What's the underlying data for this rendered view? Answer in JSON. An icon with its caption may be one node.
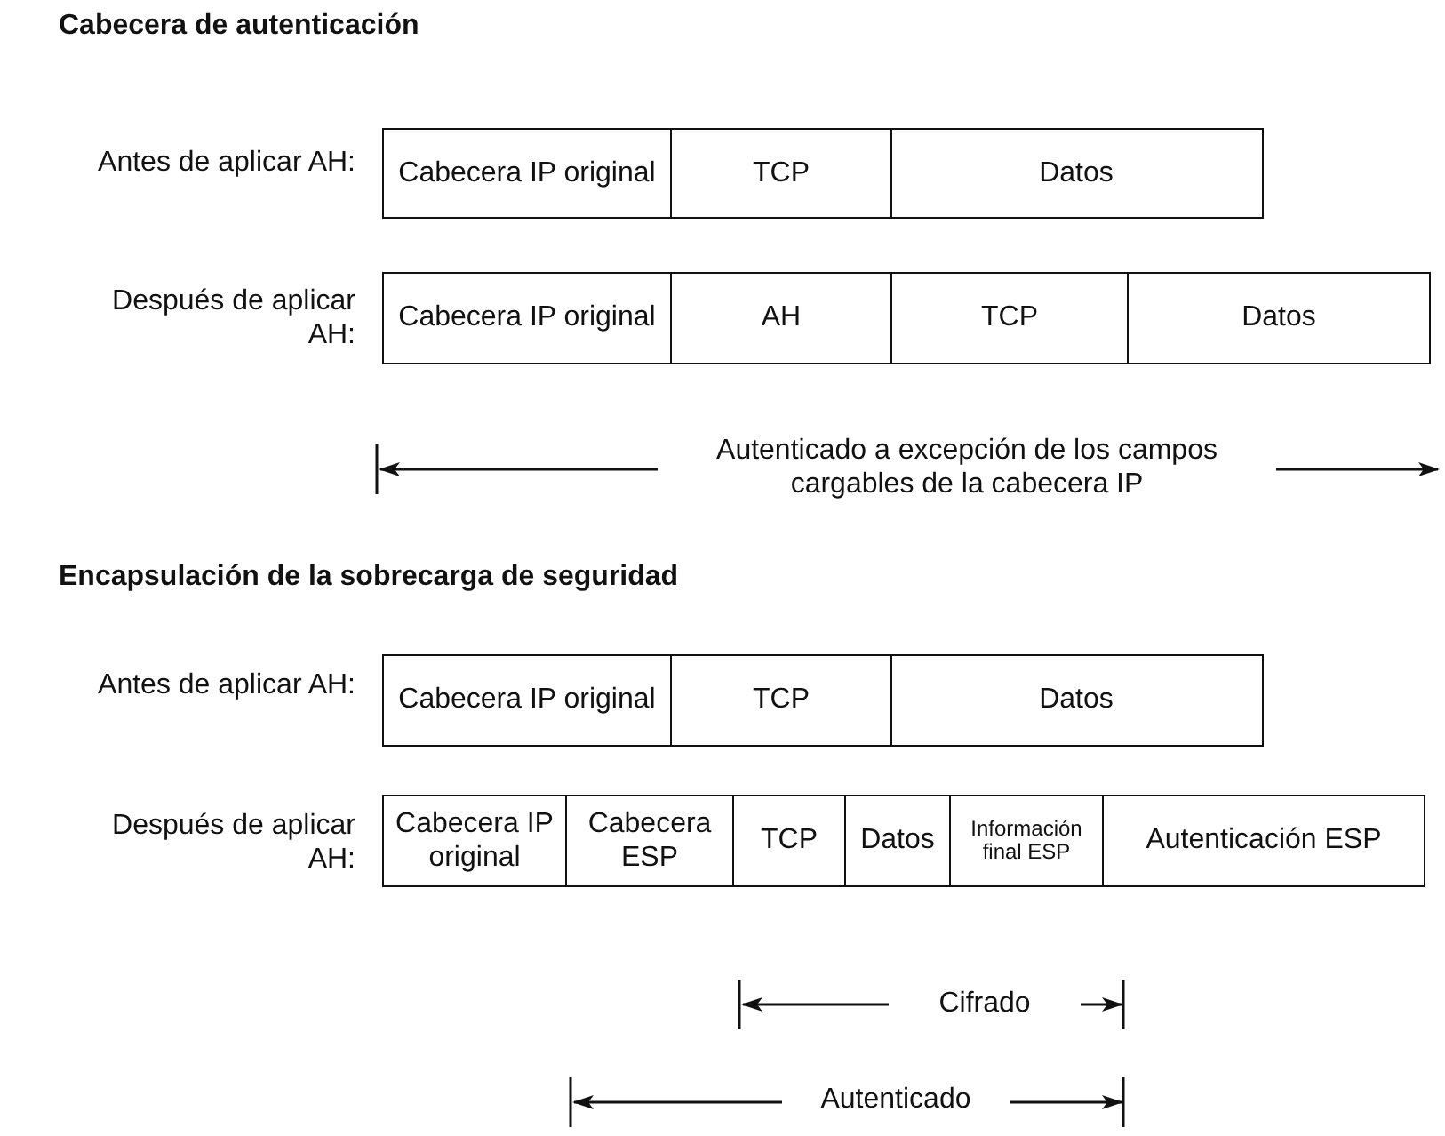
{
  "diagram": {
    "nodes": [
      {
        "text": [
          "Cabecera IP original"
        ]
      },
      {
        "text": [
          "TCP"
        ]
      },
      {
        "text": [
          "Datos"
        ]
      },
      {
        "text": [
          "Cabecera IP original"
        ]
      },
      {
        "text": [
          "AH"
        ]
      },
      {
        "text": [
          "TCP"
        ]
      },
      {
        "text": [
          "Datos"
        ]
      },
      {
        "text": [
          "Cabecera IP original"
        ]
      },
      {
        "text": [
          "TCP"
        ]
      },
      {
        "text": [
          "Datos"
        ]
      },
      {
        "text": [
          "Cabecera IP original"
        ]
      },
      {
        "text": [
          "Cabecera ESP"
        ]
      },
      {
        "text": [
          "TCP"
        ]
      },
      {
        "text": [
          "Datos"
        ]
      },
      {
        "text": [
          "Información final ESP"
        ]
      },
      {
        "text": [
          "Autenticación ESP"
        ]
      }
    ],
    "labels": [
      "Cabecera de autenticación",
      "Antes de aplicar AH:",
      "Después de aplicar AH:",
      "Autenticado a excepción de los campos cargables de la cabecera IP",
      "Encapsulación de la sobrecarga de seguridad",
      "Antes de aplicar AH:",
      "Después de aplicar AH:",
      "Cifrado",
      "Autenticado"
    ]
  }
}
